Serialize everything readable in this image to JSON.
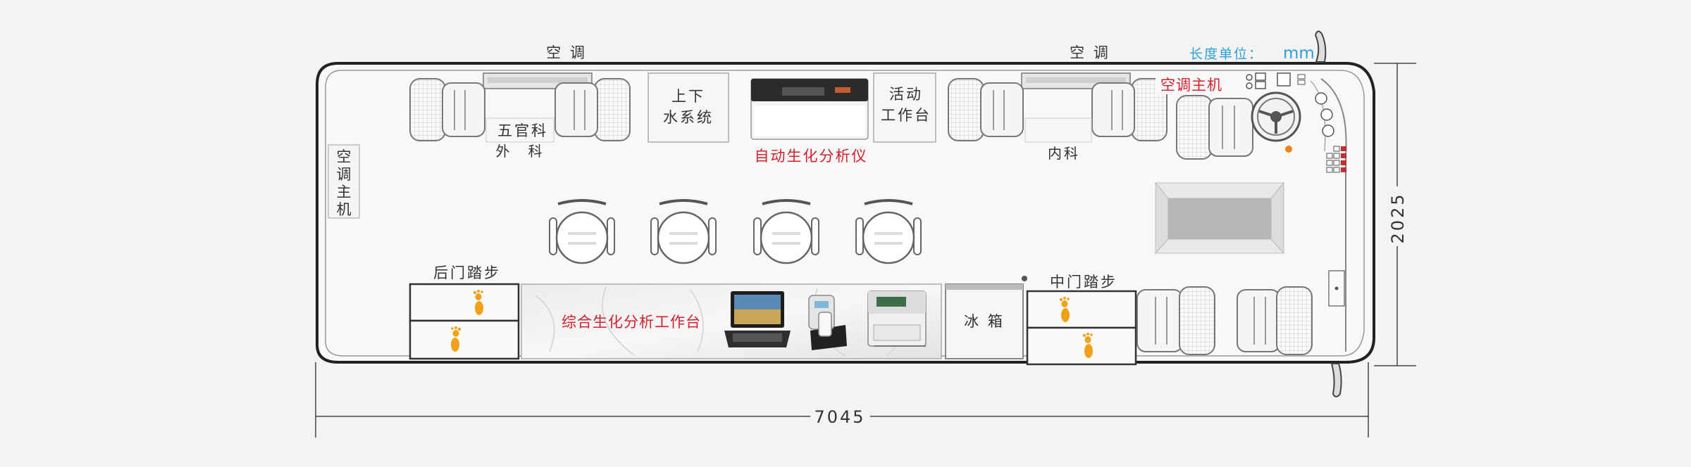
{
  "labels": {
    "ac_left": "空 调",
    "ac_right": "空 调",
    "ac_host_side": "空\n调\n主\n机",
    "ac_host_front": "空调主机",
    "unit_prefix": "长度单位：",
    "unit_mm": "mm",
    "ent_dept": "五官科",
    "surgery_dept": "外　科",
    "water_system": "上下\n水系统",
    "biochem_analyzer": "自动生化分析仪",
    "mobile_bench": "活动\n工作台",
    "internal_dept": "内科",
    "rear_door_step": "后门踏步",
    "mid_door_step": "中门踏步",
    "workstation": "综合生化分析工作台",
    "fridge": "冰 箱",
    "length_dim": "7045",
    "width_dim": "2025"
  },
  "colors": {
    "red_text": "#d4202c",
    "blue_text": "#2aa0d8",
    "footprint": "#f2a21a",
    "outline": "#222222"
  },
  "icons": [
    "seat-icon",
    "stool-icon",
    "steering-wheel-icon",
    "footprint-icon",
    "laptop-icon",
    "centrifuge-icon",
    "skylight-icon"
  ]
}
